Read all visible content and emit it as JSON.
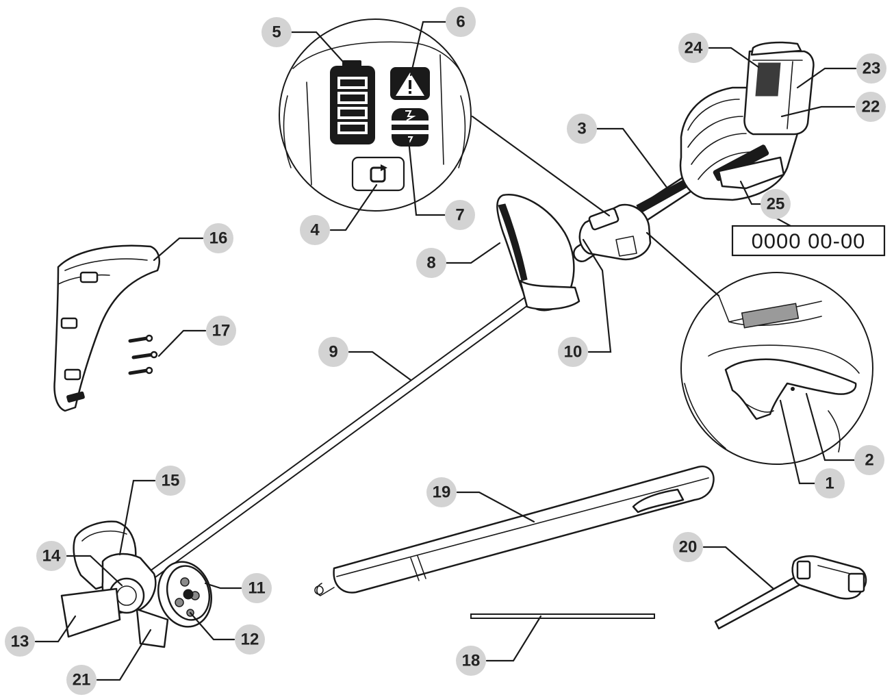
{
  "diagram": {
    "callouts": [
      "1",
      "2",
      "3",
      "4",
      "5",
      "6",
      "7",
      "8",
      "9",
      "10",
      "11",
      "12",
      "13",
      "14",
      "15",
      "16",
      "17",
      "18",
      "19",
      "20",
      "21",
      "22",
      "23",
      "24",
      "25"
    ],
    "code_label": "0000  00-00"
  },
  "colors": {
    "callout_fill": "#d3d3d3",
    "line": "#1a1a1a"
  }
}
